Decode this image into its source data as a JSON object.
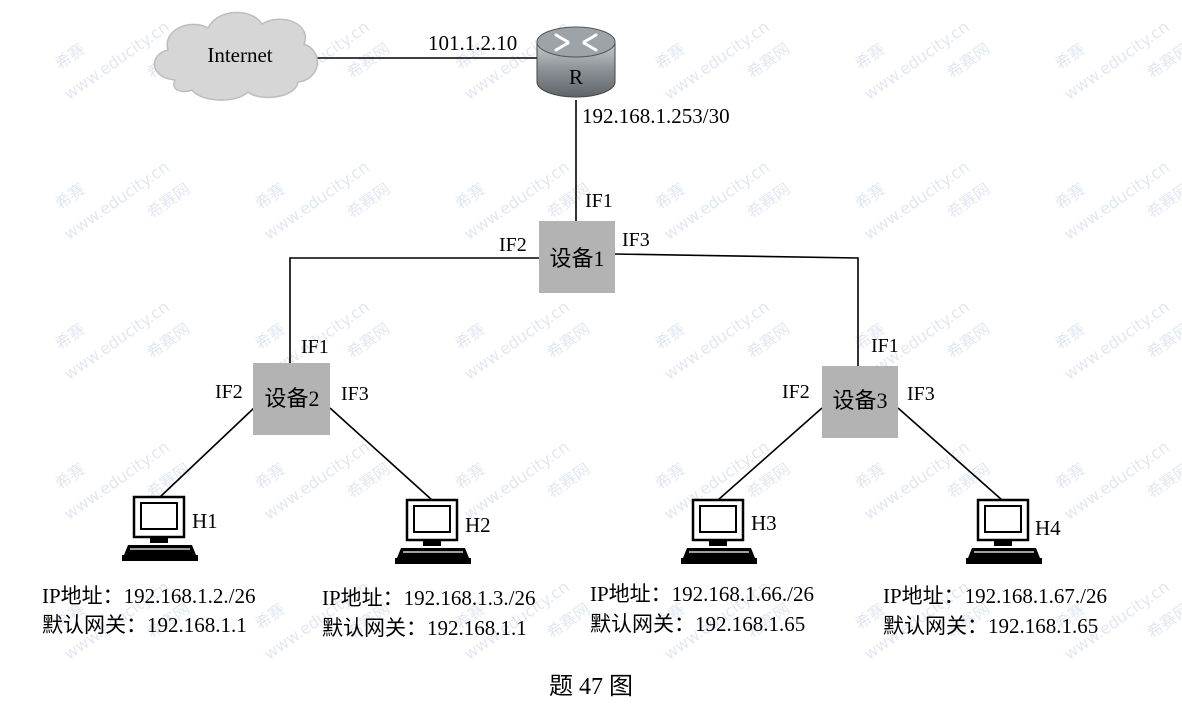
{
  "watermark": {
    "logo_text": "希赛",
    "site_text": "www.educity.cn",
    "net_text": "希赛网"
  },
  "internet": {
    "label": "Internet"
  },
  "router": {
    "label": "R",
    "wan_ip": "101.1.2.10",
    "lan_ip": "192.168.1.253/30"
  },
  "device1": {
    "label": "设备1",
    "if1": "IF1",
    "if2": "IF2",
    "if3": "IF3"
  },
  "device2": {
    "label": "设备2",
    "if1": "IF1",
    "if2": "IF2",
    "if3": "IF3"
  },
  "device3": {
    "label": "设备3",
    "if1": "IF1",
    "if2": "IF2",
    "if3": "IF3"
  },
  "hosts": [
    {
      "name": "H1",
      "ip_line": "IP地址：192.168.1.2./26",
      "gw_line": "默认网关：192.168.1.1"
    },
    {
      "name": "H2",
      "ip_line": "IP地址：192.168.1.3./26",
      "gw_line": "默认网关：192.168.1.1"
    },
    {
      "name": "H3",
      "ip_line": "IP地址：192.168.1.66./26",
      "gw_line": "默认网关：192.168.1.65"
    },
    {
      "name": "H4",
      "ip_line": "IP地址：192.168.1.67./26",
      "gw_line": "默认网关：192.168.1.65"
    }
  ],
  "caption": "题 47 图",
  "colors": {
    "device_fill": "#b3b3b3",
    "cloud_fill": "#d6d6d6",
    "line": "#000000"
  }
}
